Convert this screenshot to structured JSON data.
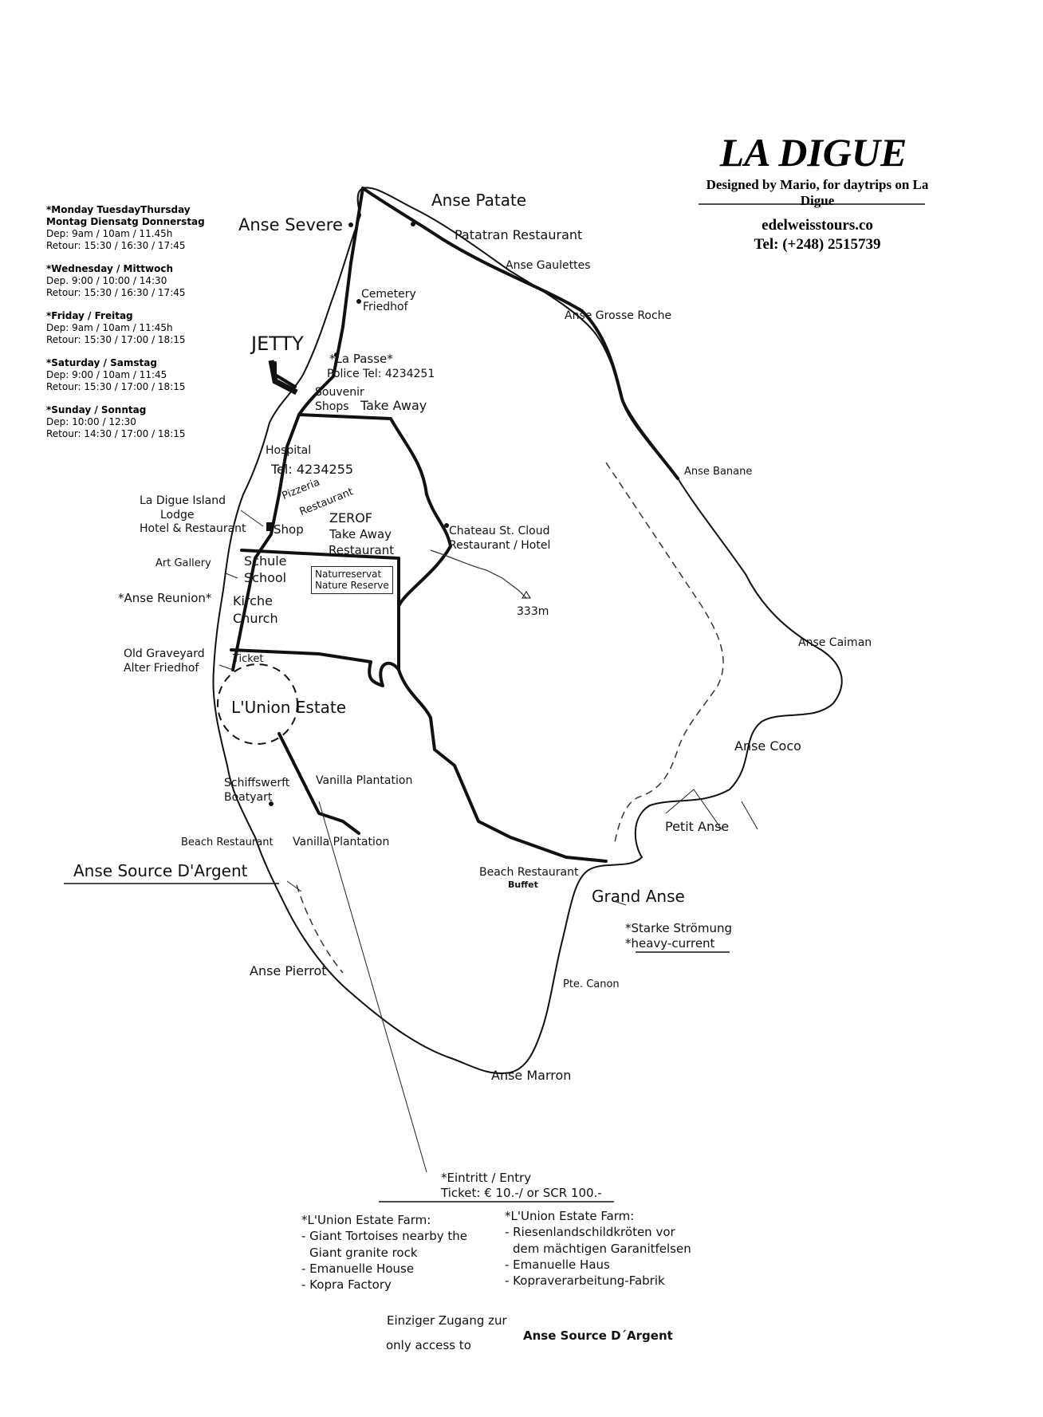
{
  "header": {
    "title": "LA DIGUE",
    "subtitle": "Designed by Mario, for daytrips on La Digue",
    "website": "edelweisstours.co",
    "phone": "Tel: (+248) 2515739"
  },
  "schedule": [
    {
      "days": "*Monday TuesdayThursday",
      "days_de": "Montag Diensatg Donnerstag",
      "dep": "Dep: 9am / 10am / 11.45h",
      "ret": "Retour: 15:30 / 16:30 / 17:45"
    },
    {
      "days": "*Wednesday / Mittwoch",
      "days_de": "",
      "dep": "Dep. 9:00 / 10:00 / 14:30",
      "ret": "Retour: 15:30 / 16:30 / 17:45"
    },
    {
      "days": "*Friday / Freitag",
      "days_de": "",
      "dep": "Dep: 9am / 10am / 11:45h",
      "ret": "Retour: 15:30 / 17:00 / 18:15"
    },
    {
      "days": "*Saturday / Samstag",
      "days_de": "",
      "dep": "Dep: 9:00 / 10am / 11:45",
      "ret": "Retour: 15:30 / 17:00 / 18:15"
    },
    {
      "days": "*Sunday / Sonntag",
      "days_de": "",
      "dep": "Dep: 10:00 / 12:30",
      "ret": "Retour: 14:30 / 17:00 / 18:15"
    }
  ],
  "places": {
    "anse_patate": "Anse Patate",
    "anse_severe": "Anse Severe",
    "patatran": "Patatran Restaurant",
    "anse_gaulettes": "Anse Gaulettes",
    "cemetery": "Cemetery",
    "friedhof": "Friedhof",
    "anse_grosse_roche": "Anse Grosse Roche",
    "jetty": "JETTY",
    "la_passe": "*La Passe*",
    "police": "Police Tel: 4234251",
    "souvenir": "Souvenir",
    "shops": "Shops",
    "take_away_1": "Take Away",
    "hospital": "Hospital",
    "hospital_tel": "Tel: 4234255",
    "anse_banane": "Anse Banane",
    "lodge_1": "La Digue Island",
    "lodge_2": "Lodge",
    "lodge_3": "Hotel & Restaurant",
    "pizzeria_1": "Pizzeria",
    "pizzeria_2": "Restaurant",
    "shop": "Shop",
    "zerof": "ZEROF",
    "take_away_2": "Take Away",
    "restaurant_zerof": "Restaurant",
    "chateau_1": "Chateau St. Cloud",
    "chateau_2": "Restaurant / Hotel",
    "art_gallery": "Art Gallery",
    "schule": "Schule",
    "school": "School",
    "nature_de": "Naturreservat",
    "nature_en": "Nature Reserve",
    "anse_reunion": "*Anse Reunion*",
    "kirche": "Kirche",
    "church": "Church",
    "peak": "333m",
    "anse_caiman": "Anse Caiman",
    "old_graveyard": "Old Graveyard",
    "alter_friedhof": "Alter Friedhof",
    "ticket": "Ticket",
    "lunion_estate": "L'Union Estate",
    "anse_coco": "Anse Coco",
    "schiffswerft": "Schiffswerft",
    "boatyard": "Boatyart",
    "vanilla_1": "Vanilla Plantation",
    "vanilla_2": "Vanilla Plantation",
    "petit_anse": "Petit Anse",
    "beach_rest_w": "Beach Restaurant",
    "anse_source": "Anse Source D'Argent",
    "beach_rest_e": "Beach Restaurant",
    "buffet": "Buffet",
    "grand_anse": "Grand Anse",
    "starke": "*Starke Strömung",
    "heavy": "*heavy-current",
    "anse_pierrot": "Anse Pierrot",
    "pte_canon": "Pte. Canon",
    "anse_marron": "Anse Marron"
  },
  "entry": {
    "line1": "*Eintritt / Entry",
    "line2": "Ticket: € 10.-/ or SCR 100.-"
  },
  "farm_en": {
    "title": "*L'Union Estate Farm:",
    "items": [
      "- Giant Tortoises nearby the",
      "  Giant granite rock",
      "- Emanuelle House",
      "- Kopra Factory"
    ]
  },
  "farm_de": {
    "title": "*L'Union Estate Farm:",
    "items": [
      "- Riesenlandschildkröten vor",
      "  dem mächtigen Garanitfelsen",
      "- Emanuelle Haus",
      "- Kopraverarbeitung-Fabrik"
    ]
  },
  "access": {
    "line1": "Einziger Zugang zur",
    "line2": "only access to",
    "place": "Anse Source D´Argent"
  }
}
